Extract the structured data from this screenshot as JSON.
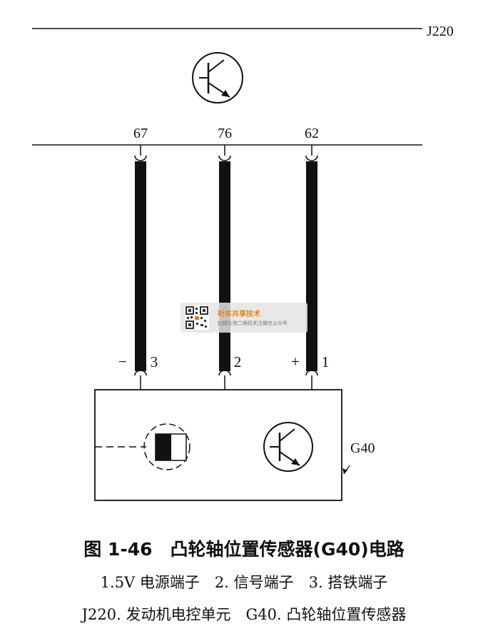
{
  "diagram": {
    "ecu_label": "J220",
    "sensor_label": "G40",
    "pins": [
      "67",
      "76",
      "62"
    ],
    "terminals": [
      "3",
      "2",
      "1"
    ],
    "polarity_minus": "−",
    "polarity_plus": "+"
  },
  "watermark": {
    "title": "听车共享技术",
    "subtitle": "扫描左侧二维码关注微信公众号"
  },
  "caption": {
    "title": "图 1-46　凸轮轴位置传感器(G40)电路",
    "line1": "1.5V 电源端子　2. 信号端子　3. 搭铁端子",
    "line2": "J220. 发动机电控单元　G40. 凸轮轴位置传感器"
  }
}
